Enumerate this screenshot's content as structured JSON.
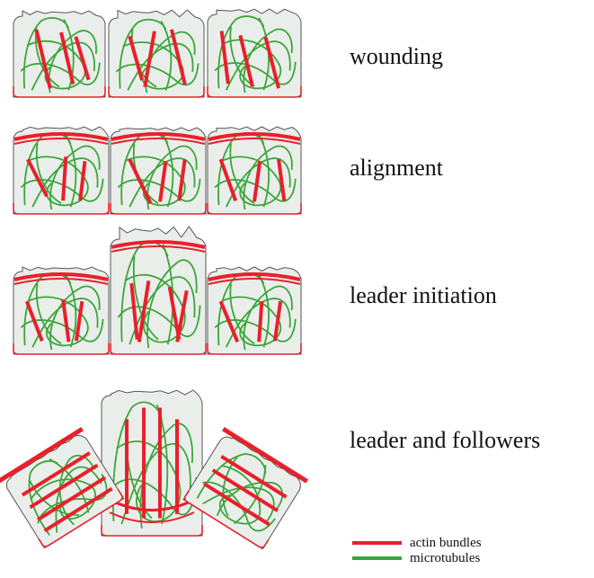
{
  "stages": [
    {
      "label": "wounding"
    },
    {
      "label": "alignment"
    },
    {
      "label": "leader initiation"
    },
    {
      "label": "leader and followers"
    }
  ],
  "legend": [
    {
      "label": "actin bundles",
      "color": "#e8202c"
    },
    {
      "label": "microtubules",
      "color": "#3aa63a"
    }
  ],
  "colors": {
    "cell_fill": "#eaeeea",
    "cell_outline": "#555555",
    "membrane": "#e8202c",
    "actin": "#e8202c",
    "microtubule": "#3aa63a"
  }
}
